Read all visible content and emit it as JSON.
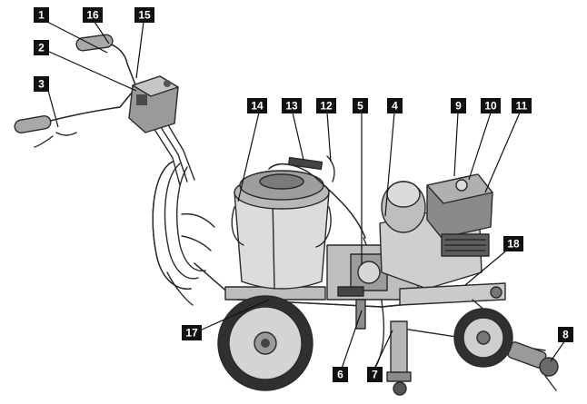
{
  "figure": {
    "callouts": [
      {
        "label": "1"
      },
      {
        "label": "16"
      },
      {
        "label": "15"
      },
      {
        "label": "2"
      },
      {
        "label": "3"
      },
      {
        "label": "14"
      },
      {
        "label": "13"
      },
      {
        "label": "12"
      },
      {
        "label": "5"
      },
      {
        "label": "4"
      },
      {
        "label": "9"
      },
      {
        "label": "10"
      },
      {
        "label": "11"
      },
      {
        "label": "18"
      },
      {
        "label": "17"
      },
      {
        "label": "6"
      },
      {
        "label": "7"
      },
      {
        "label": "8"
      }
    ]
  }
}
